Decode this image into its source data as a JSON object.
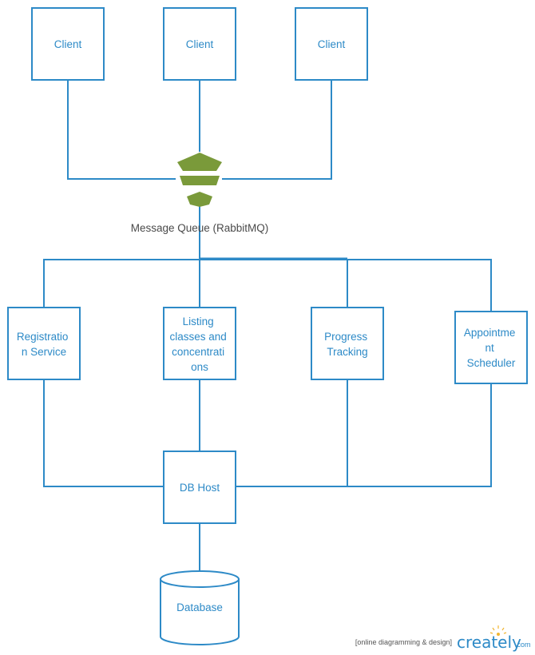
{
  "diagram": {
    "clients": [
      {
        "label": "Client"
      },
      {
        "label": "Client"
      },
      {
        "label": "Client"
      }
    ],
    "queue": {
      "label": "Message Queue (RabbitMQ)"
    },
    "services": [
      {
        "lines": [
          "Registratio",
          "n Service"
        ]
      },
      {
        "lines": [
          "Listing",
          "classes and",
          "concentrati",
          "ons"
        ]
      },
      {
        "lines": [
          "Progress",
          "Tracking"
        ]
      },
      {
        "lines": [
          "Appointme",
          "nt",
          "Scheduler"
        ]
      }
    ],
    "db_host": {
      "label": "DB Host"
    },
    "database": {
      "label": "Database"
    }
  },
  "colors": {
    "stroke": "#2d8ac7",
    "text": "#2d8ac7",
    "queue_icon": "#7a9a3a",
    "queue_label": "#4a4a4a"
  },
  "watermark": {
    "bracket_text": "[online diagramming & design]",
    "brand": "creately",
    "domain_suffix": ".com"
  }
}
